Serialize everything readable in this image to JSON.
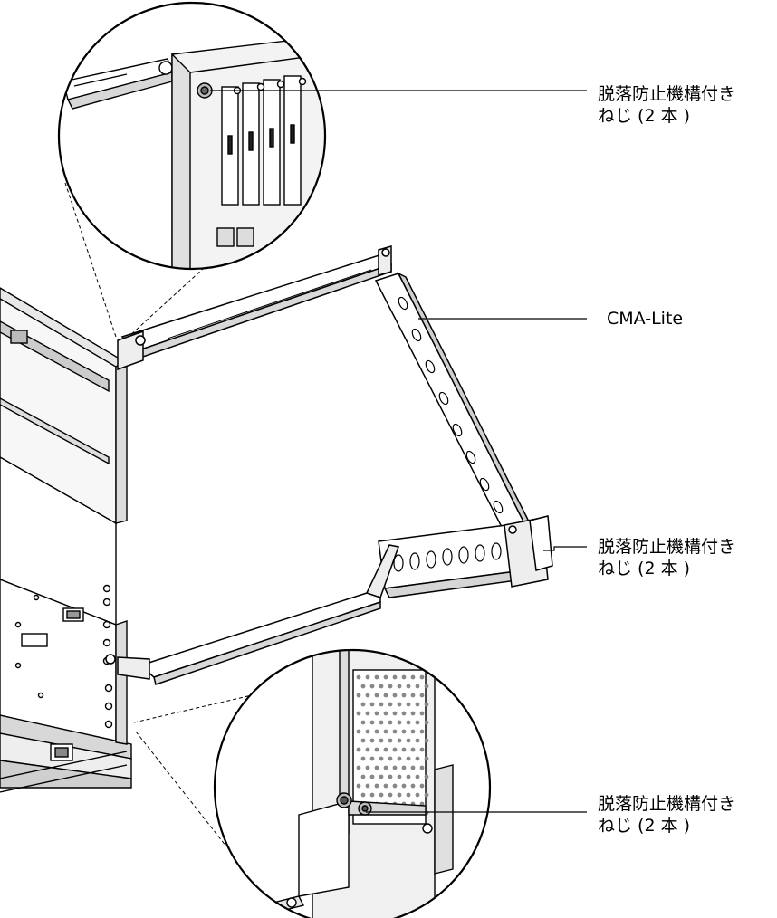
{
  "callouts": {
    "top_screw": {
      "line1": "脱落防止機構付き",
      "line2": "ねじ (2 本 )"
    },
    "cma": {
      "label": "CMA-Lite"
    },
    "right_screw": {
      "line1": "脱落防止機構付き",
      "line2": "ねじ (2 本 )"
    },
    "bottom_screw": {
      "line1": "脱落防止機構付き",
      "line2": "ねじ (2 本 )"
    }
  }
}
